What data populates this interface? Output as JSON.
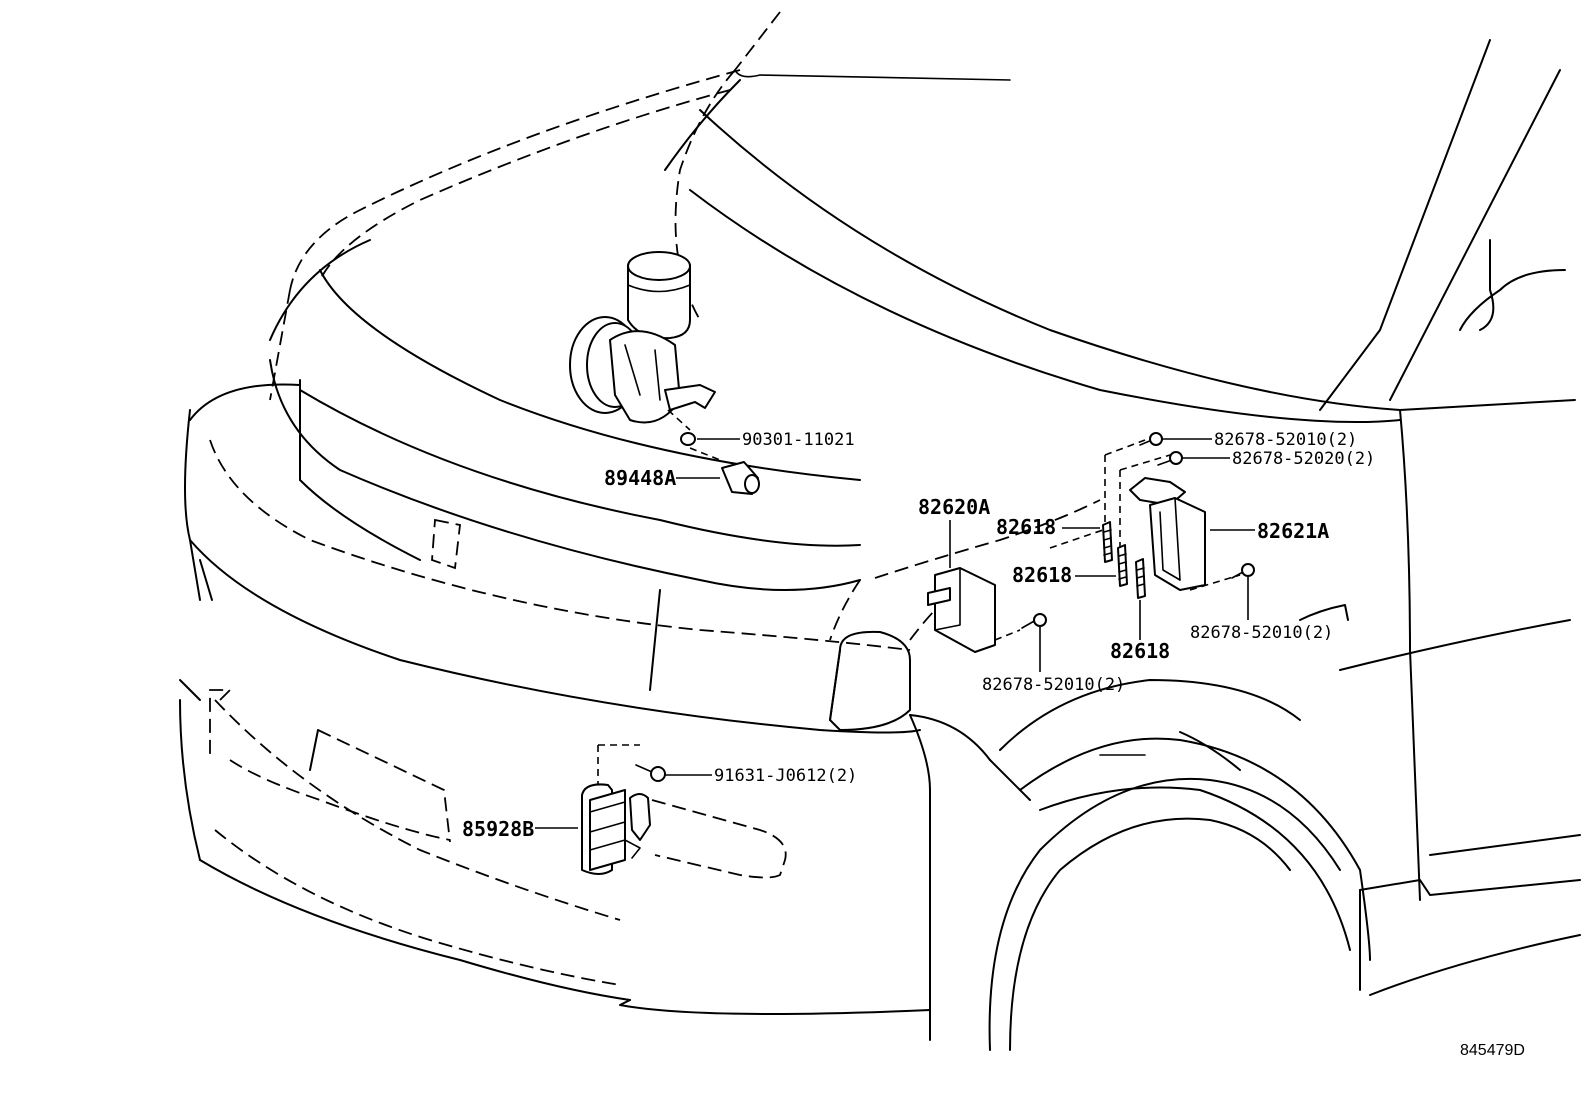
{
  "labels": {
    "p90301": "90301-11021",
    "p89448A": "89448A",
    "p82678_a": "82678-52010(2)",
    "p82678_b": "82678-52020(2)",
    "p82620A": "82620A",
    "p82618_a": "82618",
    "p82618_b": "82618",
    "p82618_c": "82618",
    "p82621A": "82621A",
    "p82678_c": "82678-52010(2)",
    "p82678_d": "82678-52010(2)",
    "p91631": "91631-J0612(2)",
    "p85928B": "85928B"
  },
  "illustration_code": "845479D"
}
